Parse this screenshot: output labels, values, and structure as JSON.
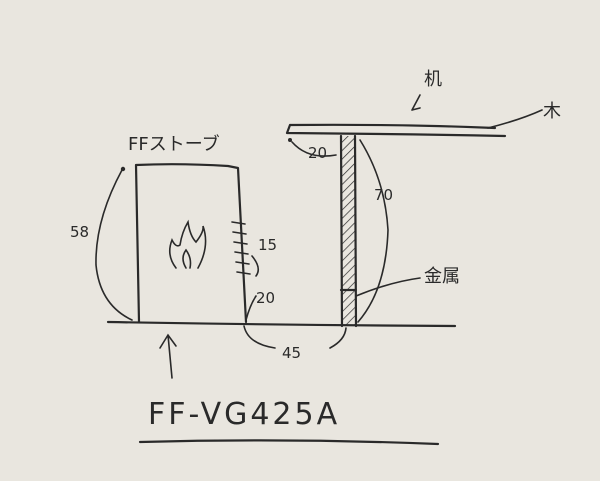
{
  "labels": {
    "stove": "FFストーブ",
    "desk": "机",
    "wood": "木",
    "steel": "金属",
    "stove_height": "58",
    "fin_height": "15",
    "stove_offset": "20",
    "desk_edge": "20",
    "leg_height": "70",
    "gap": "45",
    "model": "FF-VG425A"
  }
}
